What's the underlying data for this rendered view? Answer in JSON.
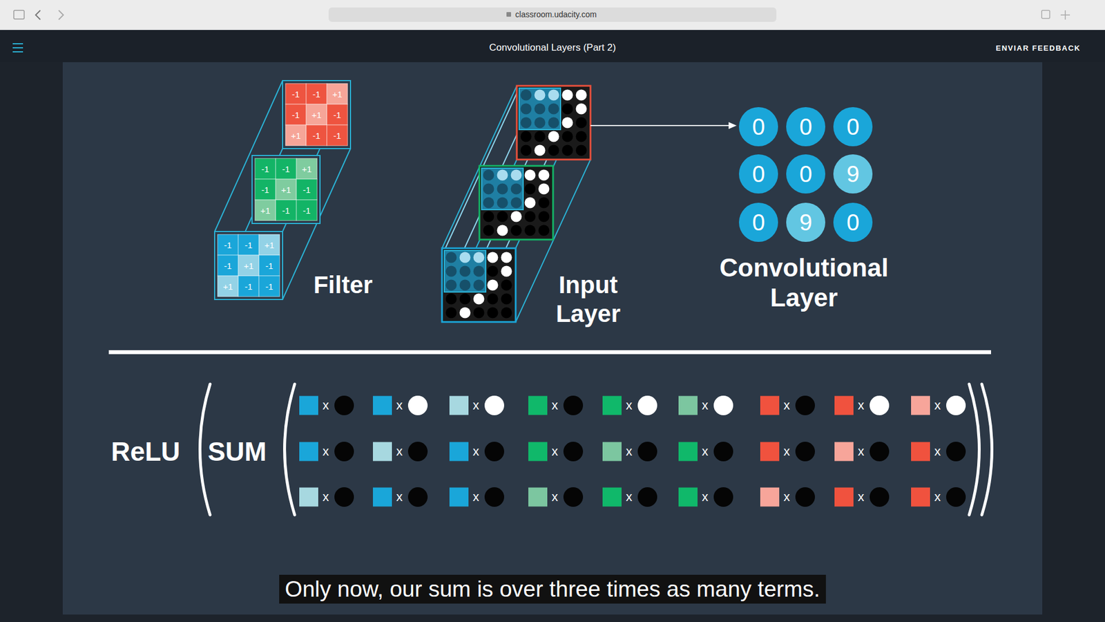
{
  "diagram": {
    "title": "Convolutional Layers (Part 2)",
    "caption": "Only now, our sum is over three times as many terms.",
    "nodes": [
      {
        "text": [
          "0"
        ]
      },
      {
        "text": [
          "0"
        ]
      },
      {
        "text": [
          "0"
        ]
      },
      {
        "text": [
          "0"
        ]
      },
      {
        "text": [
          "0"
        ]
      },
      {
        "text": [
          "9"
        ]
      },
      {
        "text": [
          "0"
        ]
      },
      {
        "text": [
          "9"
        ]
      },
      {
        "text": [
          "0"
        ]
      }
    ],
    "labels": [
      "classroom.udacity.com",
      "ENVIAR FEEDBACK",
      "-1",
      "-1",
      "+1",
      "-1",
      "+1",
      "-1",
      "+1",
      "-1",
      "-1",
      "-1",
      "-1",
      "+1",
      "-1",
      "+1",
      "-1",
      "+1",
      "-1",
      "-1",
      "-1",
      "-1",
      "+1",
      "-1",
      "+1",
      "-1",
      "+1",
      "-1",
      "-1",
      "Filter",
      "Input Layer",
      "Convolutional Layer",
      "ReLU",
      "SUM",
      "x",
      "x",
      "x",
      "x",
      "x",
      "x",
      "x",
      "x",
      "x",
      "x",
      "x",
      "x",
      "x",
      "x",
      "x",
      "x",
      "x",
      "x",
      "x",
      "x",
      "x",
      "x",
      "x",
      "x",
      "x",
      "x",
      "x"
    ]
  }
}
